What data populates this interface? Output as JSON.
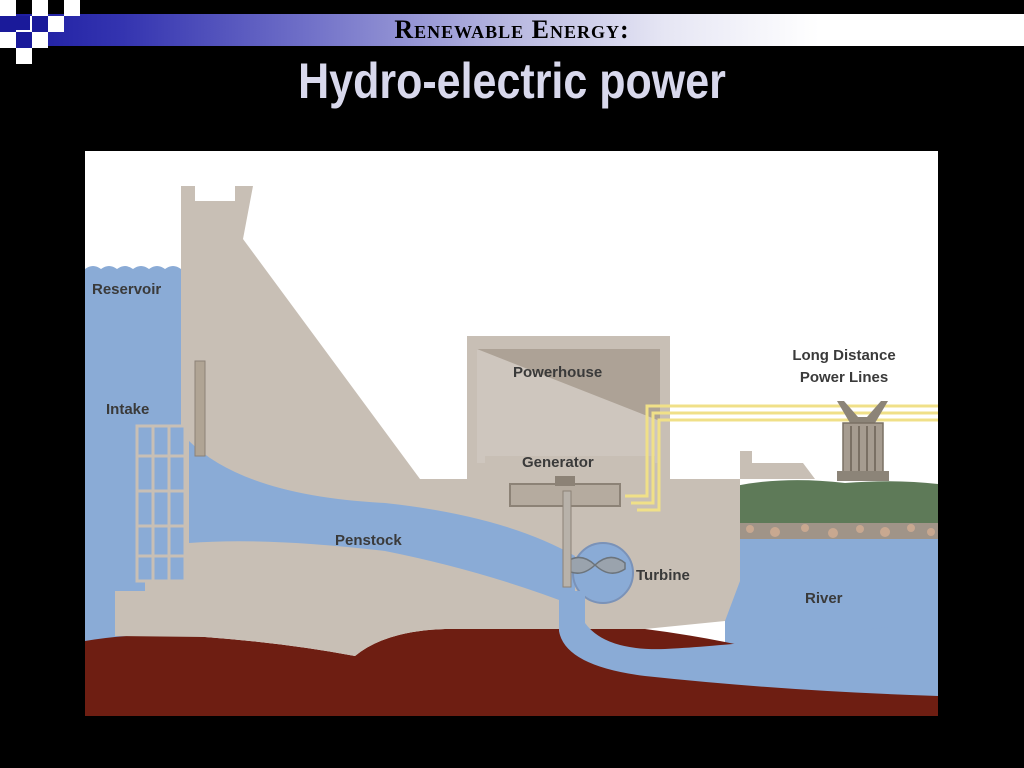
{
  "slide": {
    "supertitle": "Renewable Energy:",
    "title": "Hydro-electric power"
  },
  "diagram": {
    "labels": {
      "reservoir": "Reservoir",
      "intake": "Intake",
      "penstock": "Penstock",
      "powerhouse": "Powerhouse",
      "generator": "Generator",
      "turbine": "Turbine",
      "river": "River",
      "power_lines_line1": "Long Distance",
      "power_lines_line2": "Power Lines"
    },
    "colors": {
      "water": "#8aabd6",
      "dam": "#c8bfb5",
      "ground": "#6e1e12",
      "grass": "#5e7a58",
      "power_line": "#f0e088"
    }
  }
}
